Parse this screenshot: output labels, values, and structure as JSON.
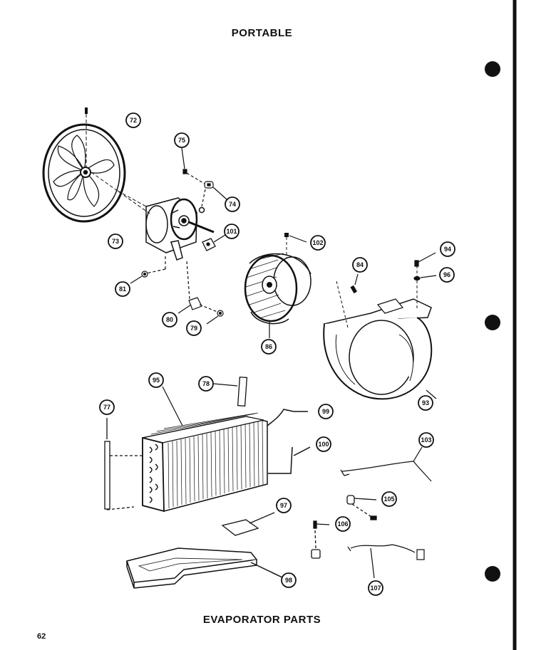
{
  "header": {
    "title": "PORTABLE"
  },
  "footer": {
    "title": "EVAPORATOR PARTS",
    "page_number": "62"
  },
  "callouts": [
    "72",
    "75",
    "74",
    "73",
    "101",
    "102",
    "94",
    "84",
    "96",
    "81",
    "80",
    "79",
    "86",
    "93",
    "95",
    "78",
    "77",
    "99",
    "100",
    "103",
    "105",
    "106",
    "97",
    "98",
    "107"
  ],
  "colors": {
    "ink": "#111111",
    "paper": "#ffffff"
  }
}
